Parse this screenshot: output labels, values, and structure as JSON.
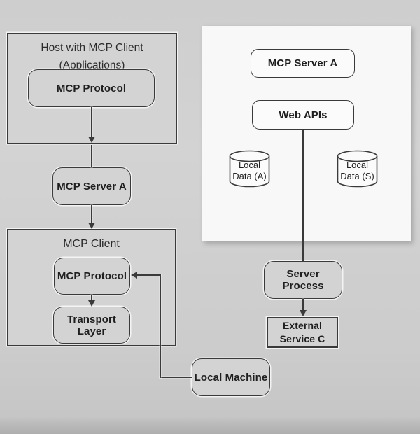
{
  "nodes": {
    "host": {
      "title_line1": "Host with MCP Client",
      "title_line2": "(Applications)",
      "protocol": "MCP Protocol"
    },
    "mcp_server_a_left": "MCP Server A",
    "client": {
      "title": "MCP Client",
      "protocol": "MCP Protocol",
      "transport": "Transport Layer"
    },
    "panel": {
      "mcp_server_a": "MCP Server A",
      "web_apis": "Web APIs",
      "local_data_a_line1": "Local",
      "local_data_a_line2": "Data (A)",
      "local_data_s_line1": "Local",
      "local_data_s_line2": "Data (S)"
    },
    "server_process": "Server Process",
    "external_service_line1": "External",
    "external_service_line2": "Service C",
    "local_machine": "Local Machine"
  },
  "colors": {
    "background": "#cecece",
    "panel": "#f8f8f8",
    "node_fill_gray": "#d3d3d3",
    "node_fill_white": "#fbfbfb",
    "border": "#3a3a3a",
    "text": "#1f1f1f"
  }
}
